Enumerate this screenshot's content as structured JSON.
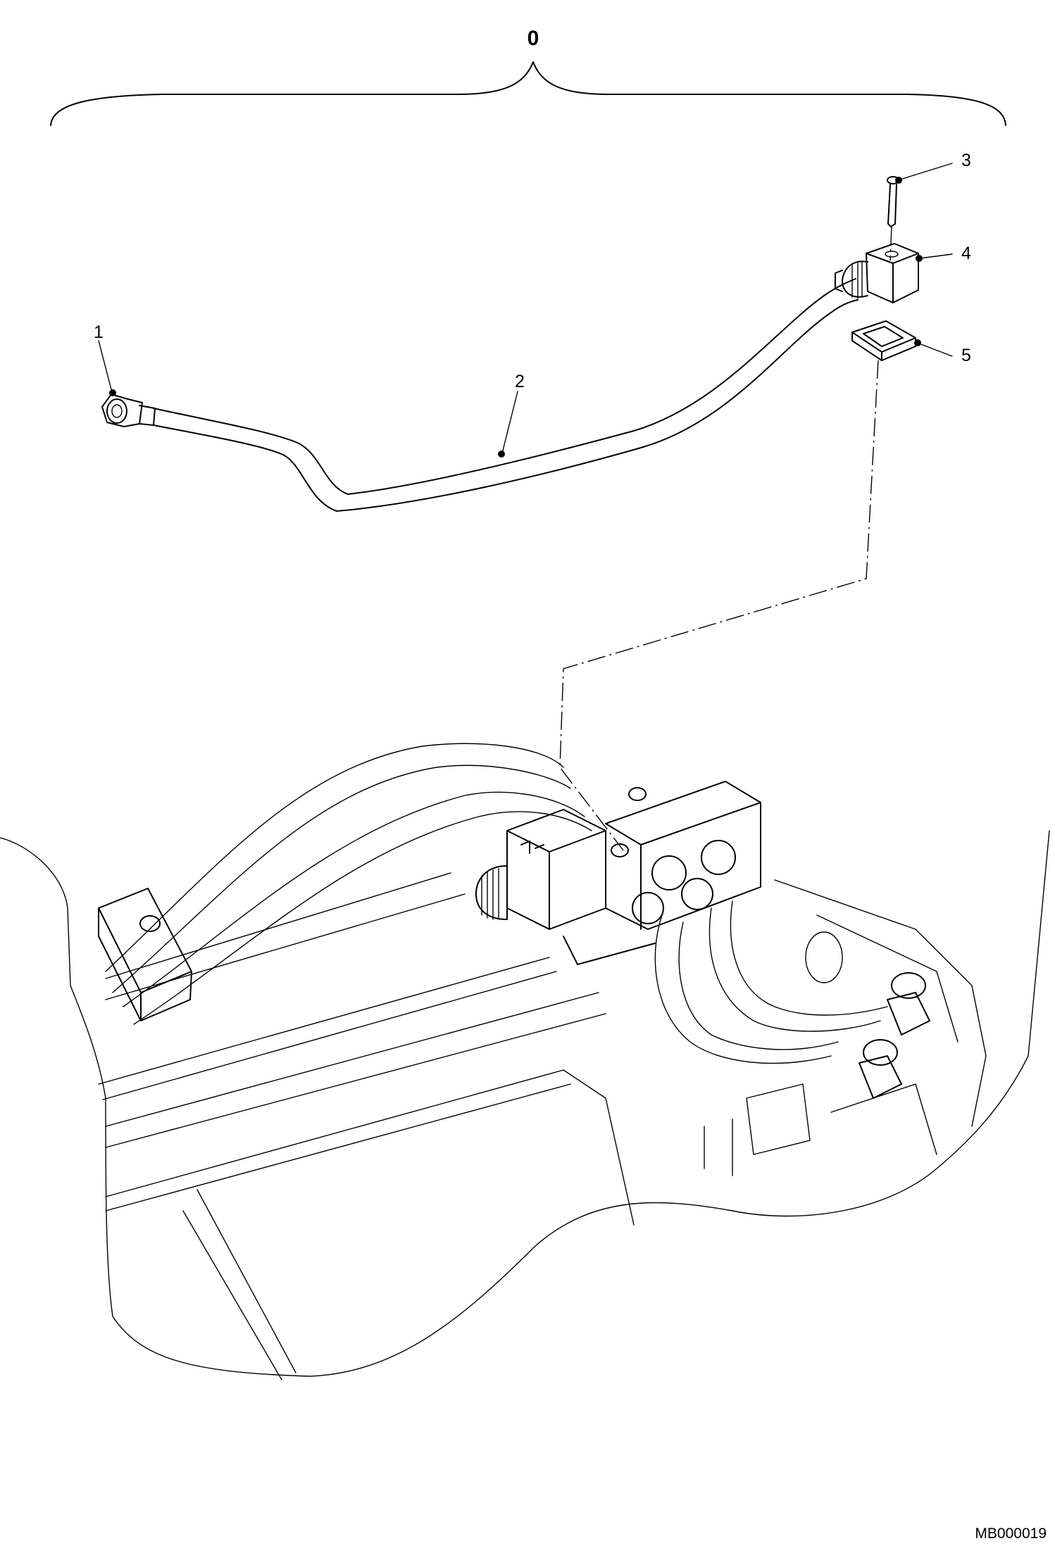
{
  "diagram": {
    "assembly_label": "0",
    "callouts": [
      {
        "id": "1",
        "label": "1"
      },
      {
        "id": "2",
        "label": "2"
      },
      {
        "id": "3",
        "label": "3"
      },
      {
        "id": "4",
        "label": "4"
      },
      {
        "id": "5",
        "label": "5"
      }
    ],
    "figure_id": "MB000019"
  }
}
